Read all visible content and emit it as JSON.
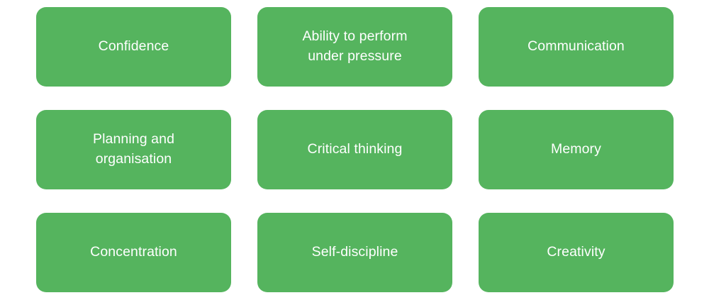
{
  "page": {
    "background_color": "#ffffff",
    "card_color": "#55b45e",
    "text_color": "#ffffff",
    "columns": 3,
    "rows": 3
  },
  "cards": [
    {
      "label": "Confidence",
      "row": 1,
      "column": 1
    },
    {
      "label": "Ability to perform\nunder pressure",
      "row": 1,
      "column": 2
    },
    {
      "label": "Communication",
      "row": 1,
      "column": 3
    },
    {
      "label": "Planning and\norganisation",
      "row": 2,
      "column": 1
    },
    {
      "label": "Critical thinking",
      "row": 2,
      "column": 2
    },
    {
      "label": "Memory",
      "row": 2,
      "column": 3
    },
    {
      "label": "Concentration",
      "row": 3,
      "column": 1
    },
    {
      "label": "Self-discipline",
      "row": 3,
      "column": 2
    },
    {
      "label": "Creativity",
      "row": 3,
      "column": 3
    }
  ]
}
